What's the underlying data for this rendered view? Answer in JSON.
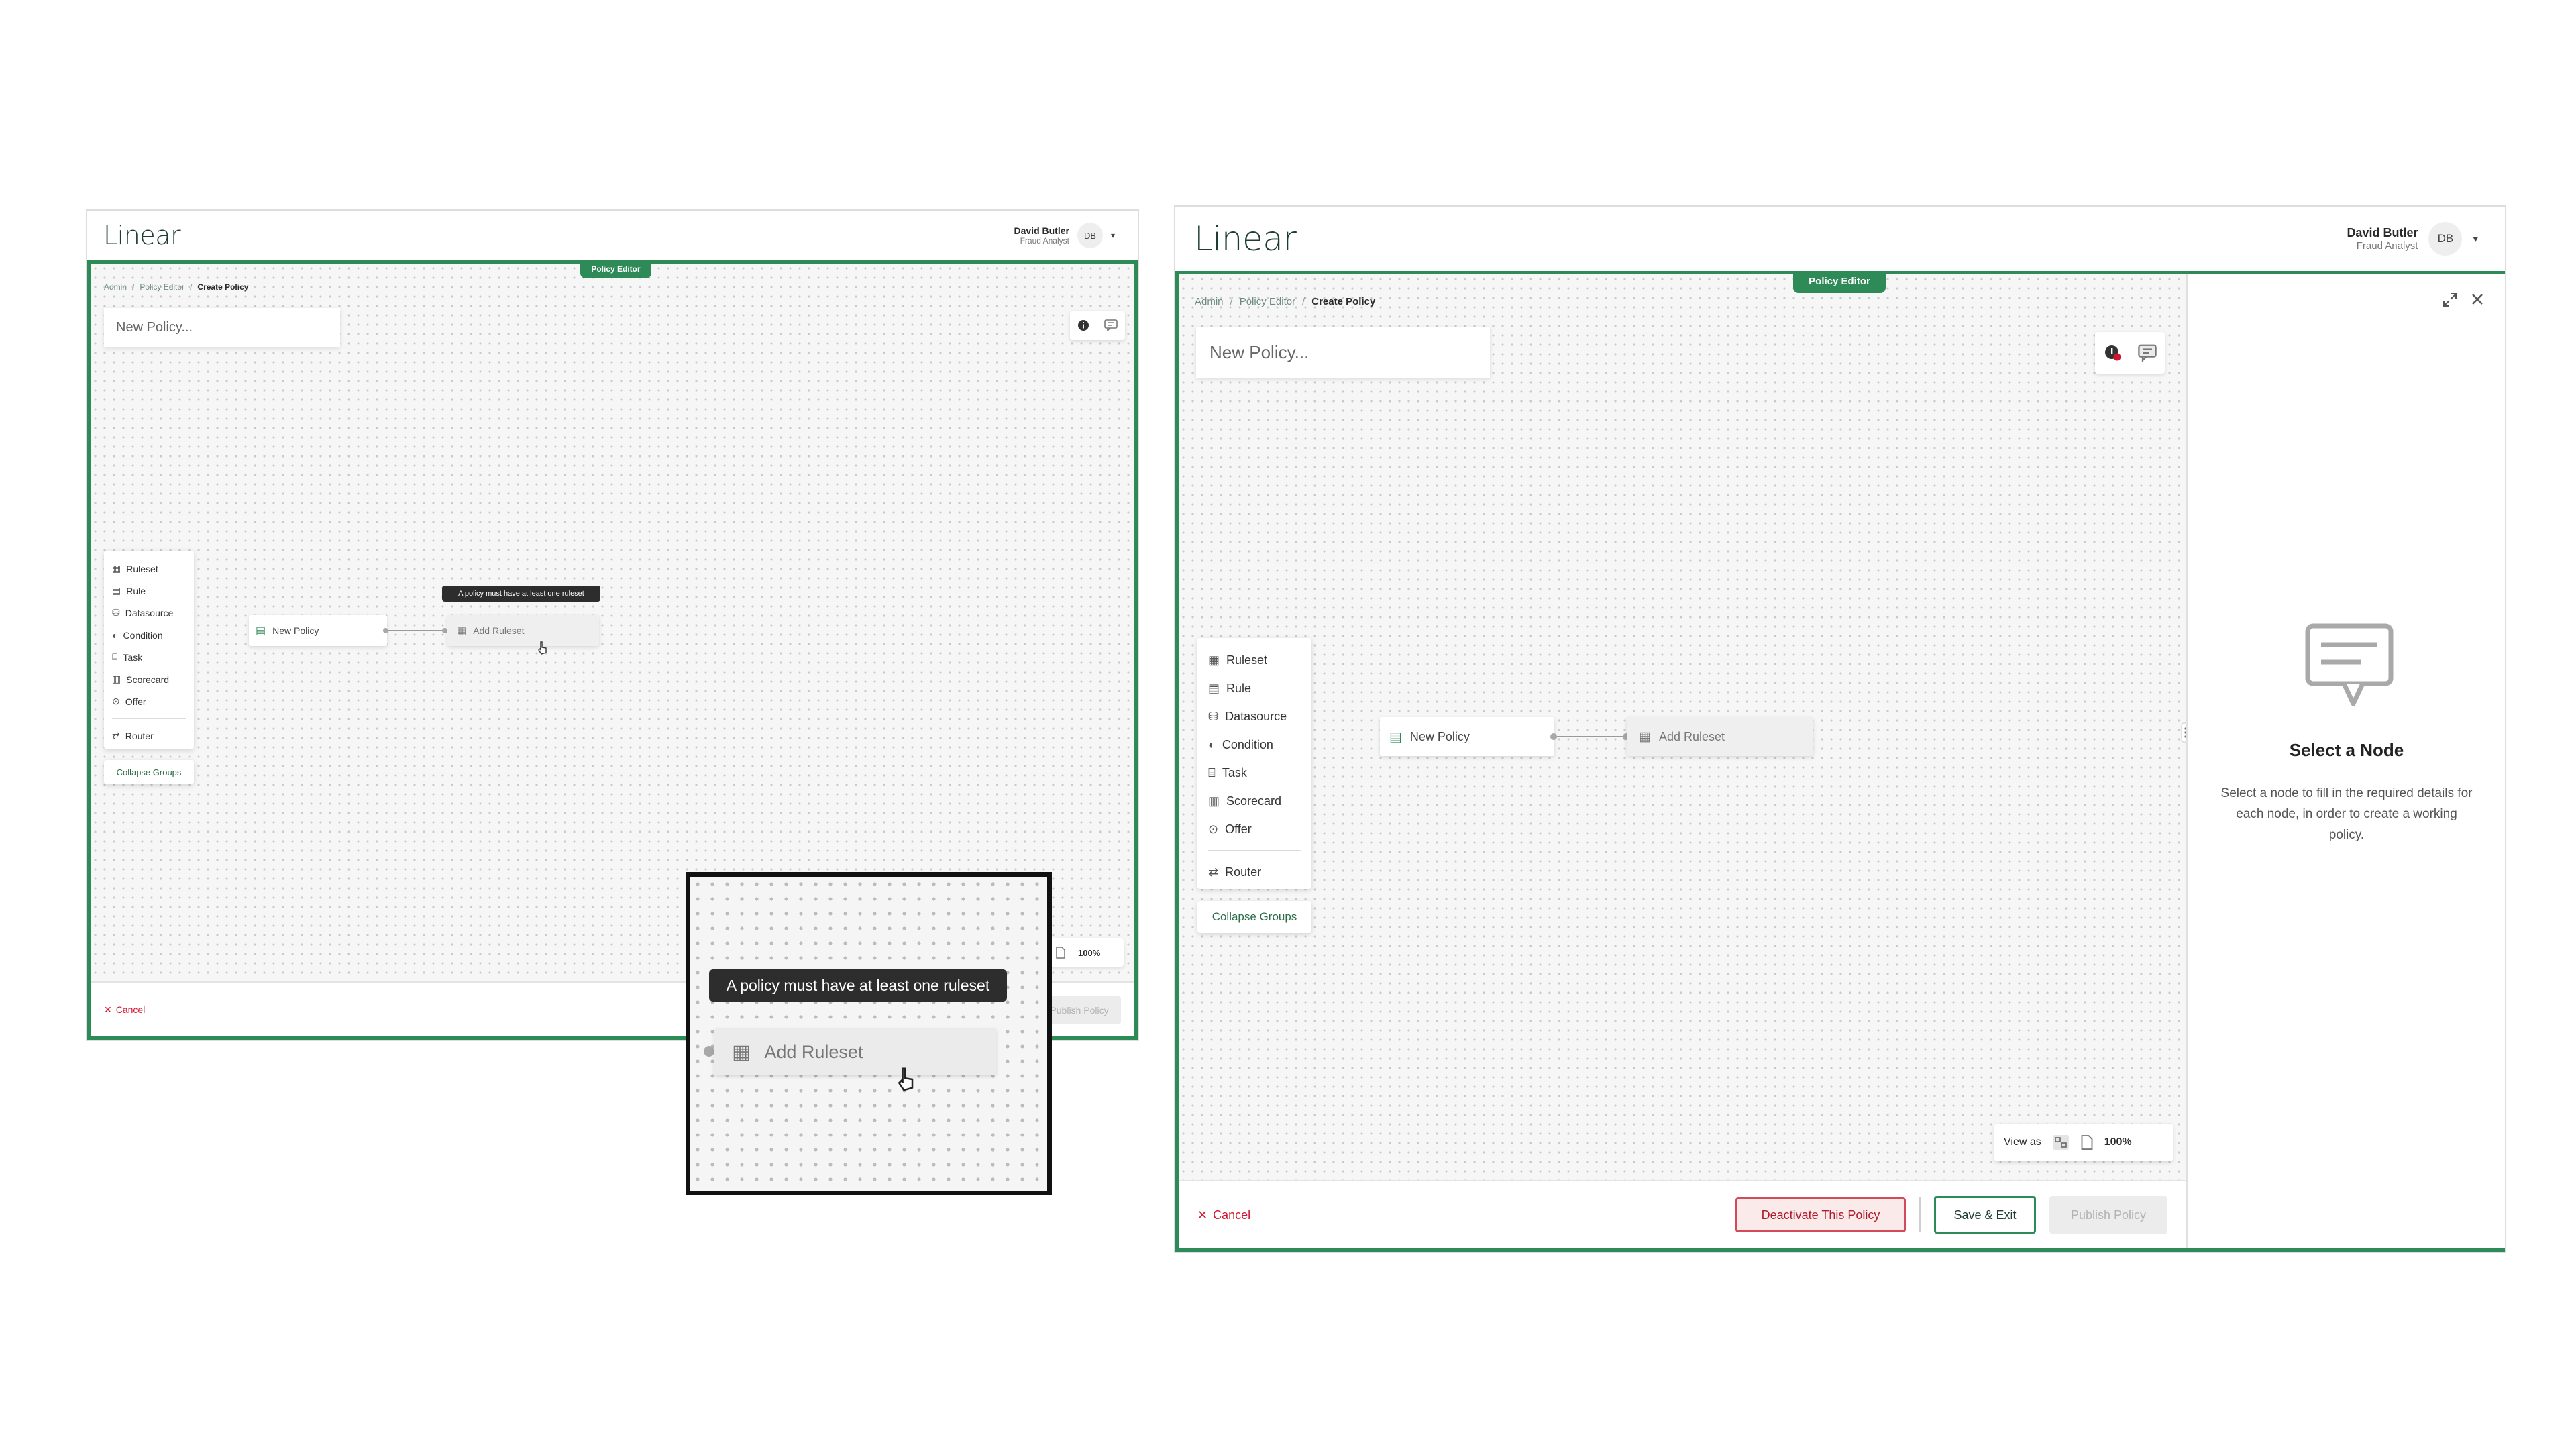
{
  "left_screen": {
    "app": {
      "logo": "Linear"
    },
    "user": {
      "name": "David Butler",
      "role": "Fraud Analyst",
      "initials": "DB"
    },
    "editor_tab": "Policy Editor",
    "breadcrumb": {
      "admin": "Admin",
      "policy_editor": "Policy Editor",
      "current": "Create Policy"
    },
    "policy_name_placeholder": "New Policy...",
    "palette": [
      "Ruleset",
      "Rule",
      "Datasource",
      "Condition",
      "Task",
      "Scorecard",
      "Offer",
      "Router"
    ],
    "collapse_groups": "Collapse Groups",
    "nodes": {
      "start": "New Policy",
      "add": "Add Ruleset"
    },
    "tooltip": "A policy must have at least one ruleset",
    "zoom": "100%",
    "cancel": "Cancel",
    "publish": "Publish Policy"
  },
  "zoom_inset": {
    "tooltip": "A policy must have at least one ruleset",
    "node": "Add Ruleset"
  },
  "right_screen": {
    "app": {
      "logo": "Linear"
    },
    "user": {
      "name": "David Butler",
      "role": "Fraud Analyst",
      "initials": "DB"
    },
    "editor_tab": "Policy Editor",
    "breadcrumb": {
      "admin": "Admin",
      "policy_editor": "Policy Editor",
      "current": "Create Policy"
    },
    "policy_name_placeholder": "New Policy...",
    "palette": [
      "Ruleset",
      "Rule",
      "Datasource",
      "Condition",
      "Task",
      "Scorecard",
      "Offer",
      "Router"
    ],
    "collapse_groups": "Collapse Groups",
    "nodes": {
      "start": "New Policy",
      "add": "Add Ruleset"
    },
    "view_as": "View as",
    "zoom": "100%",
    "cancel": "Cancel",
    "deactivate": "Deactivate This Policy",
    "save_exit": "Save & Exit",
    "publish": "Publish Policy",
    "panel": {
      "title": "Select a Node",
      "description": "Select a node to fill in the required details for each node, in order to create a working policy."
    }
  },
  "colors": {
    "accent": "#2e8b57",
    "danger": "#d0152f",
    "text": "#2b2b2b"
  }
}
